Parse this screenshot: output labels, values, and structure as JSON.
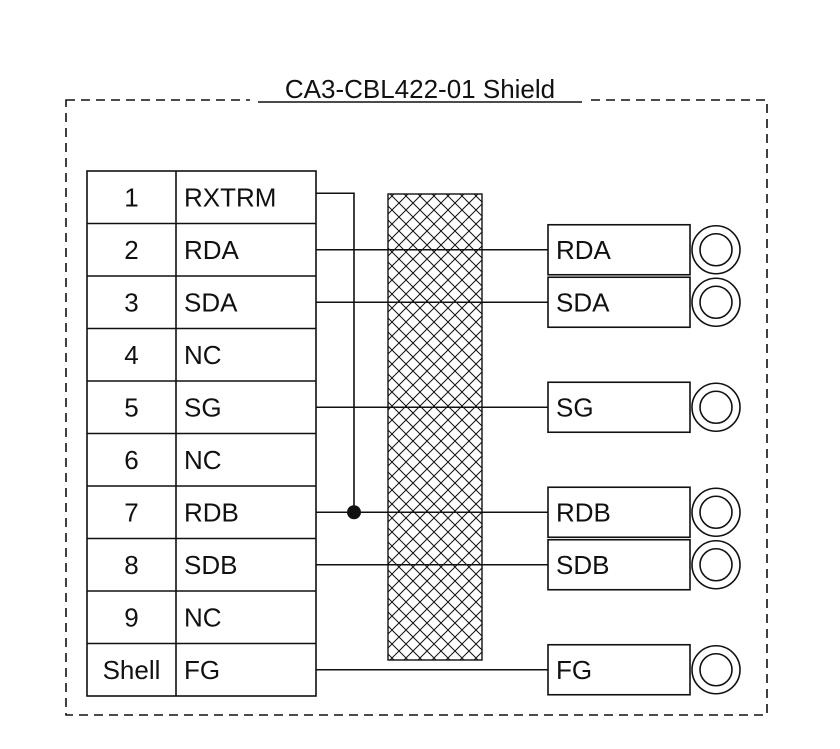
{
  "title": "CA3-CBL422-01 Shield",
  "left_rows": [
    {
      "pin": "1",
      "signal": "RXTRM"
    },
    {
      "pin": "2",
      "signal": "RDA"
    },
    {
      "pin": "3",
      "signal": "SDA"
    },
    {
      "pin": "4",
      "signal": "NC"
    },
    {
      "pin": "5",
      "signal": "SG"
    },
    {
      "pin": "6",
      "signal": "NC"
    },
    {
      "pin": "7",
      "signal": "RDB"
    },
    {
      "pin": "8",
      "signal": "SDB"
    },
    {
      "pin": "9",
      "signal": "NC"
    },
    {
      "pin": "Shell",
      "signal": "FG"
    }
  ],
  "right_terminals": [
    {
      "label": "RDA",
      "row": 1
    },
    {
      "label": "SDA",
      "row": 2
    },
    {
      "label": "SG",
      "row": 4
    },
    {
      "label": "RDB",
      "row": 6
    },
    {
      "label": "SDB",
      "row": 7
    },
    {
      "label": "FG",
      "row": 9
    }
  ],
  "jumper": {
    "from_row": 0,
    "to_row": 6
  },
  "colors": {
    "line": "#111111",
    "background": "#ffffff"
  }
}
